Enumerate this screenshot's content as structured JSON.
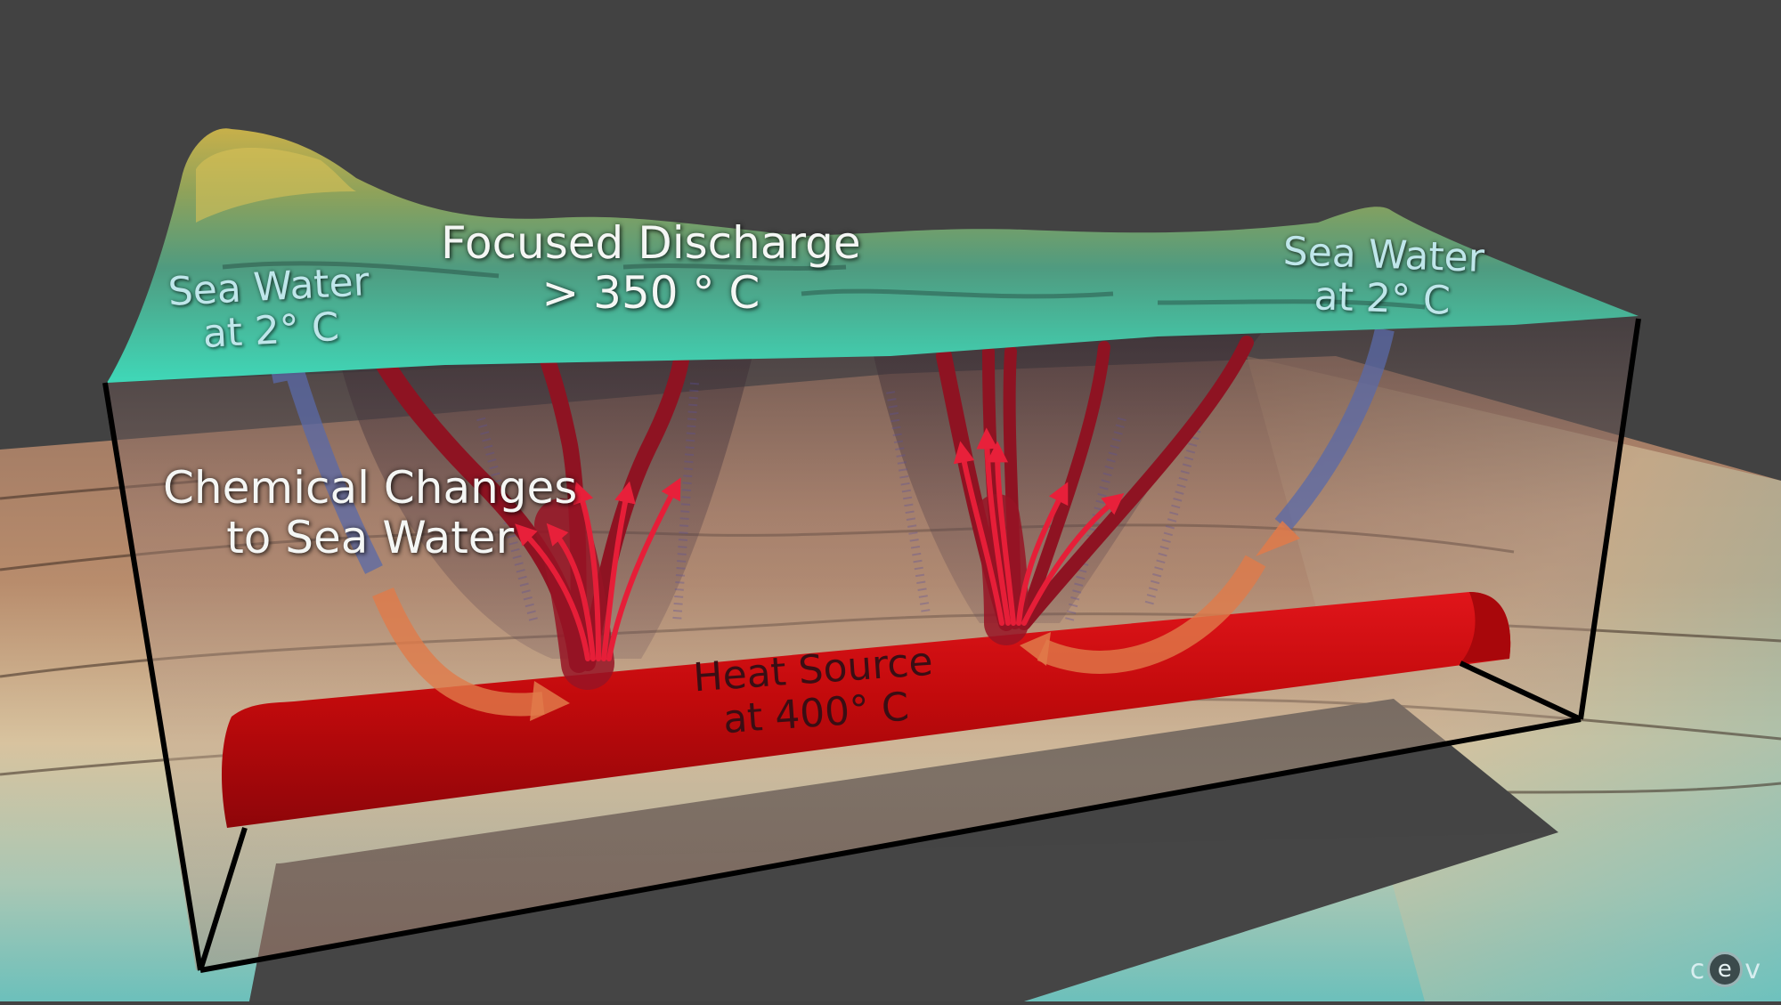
{
  "diagram": {
    "type": "hydrothermal-vent-cross-section",
    "labels": {
      "focused_discharge": {
        "line1": "Focused Discharge",
        "line2": "> 350 ° C"
      },
      "sea_water_left": {
        "line1": "Sea Water",
        "line2": "at 2° C"
      },
      "sea_water_right": {
        "line1": "Sea Water",
        "line2": "at 2° C"
      },
      "chemical_changes": {
        "line1": "Chemical Changes",
        "line2": "to Sea Water"
      },
      "heat_source": {
        "line1": "Heat Source",
        "line2": "at 400° C"
      }
    },
    "logo": {
      "prefix": "c",
      "mid": "e",
      "suffix": "v"
    },
    "colors": {
      "background": "#424242",
      "seafloor_surface_top": "#c9b24a",
      "seafloor_surface_mid": "#5aa58a",
      "seafloor_surface_low": "#3fd7b6",
      "terrain_tan": "#b68a6a",
      "terrain_light": "#d9c7a3",
      "terrain_teal": "#7fc2bd",
      "heat_source_red": "#c40a0a",
      "vent_channel_red": "#b0101c",
      "recharge_arrow_orange": "#e07a4a",
      "inflow_arrow_blue": "#5a6aa8",
      "box_edges": "#000000"
    }
  }
}
